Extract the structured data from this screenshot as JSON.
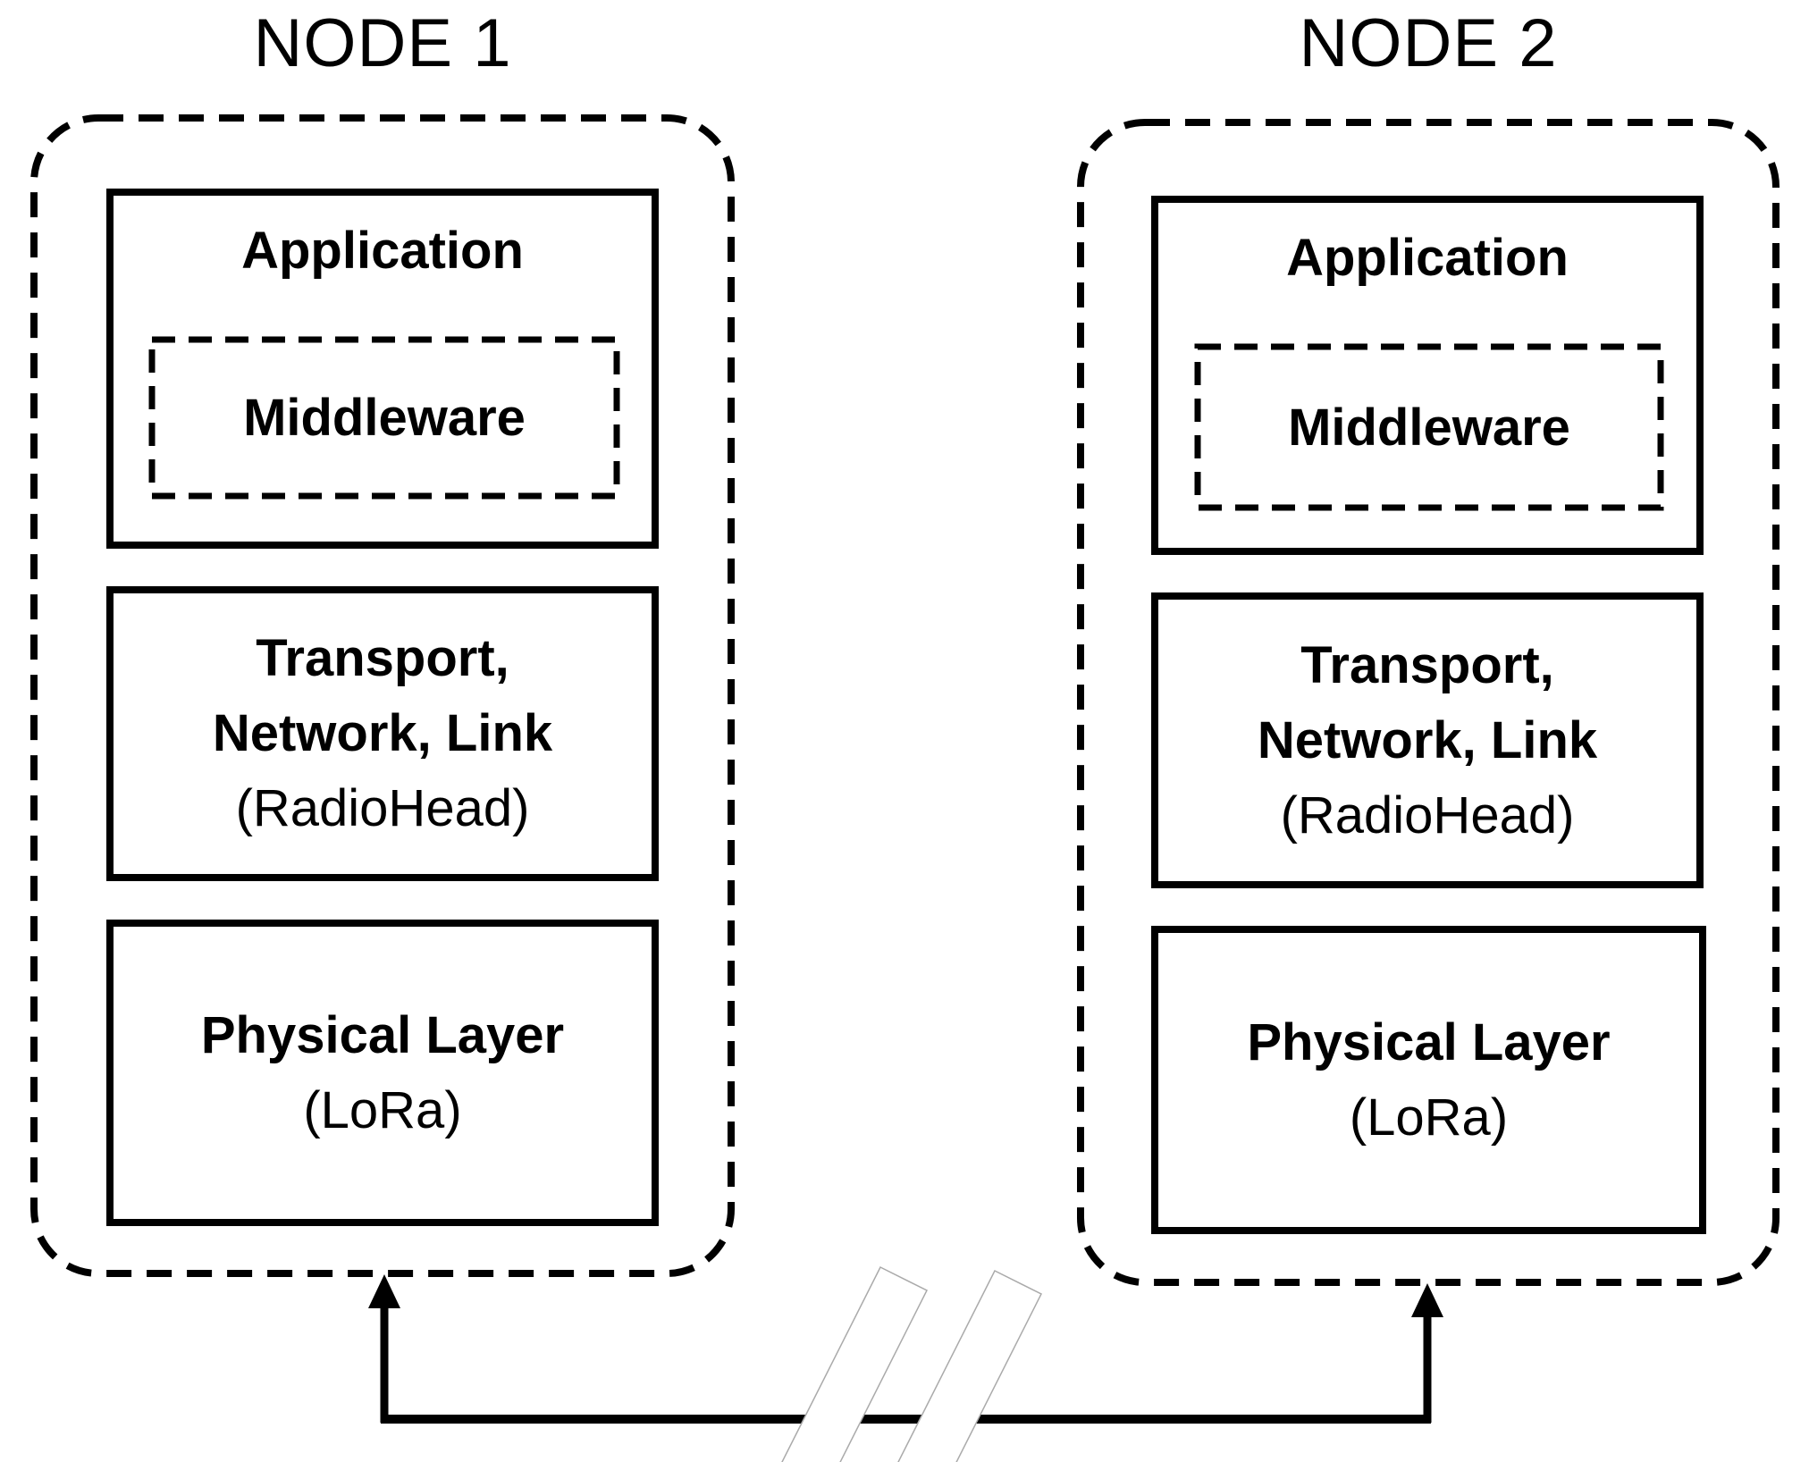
{
  "diagram": {
    "type": "protocol-stack-comparison",
    "description_visible_text_only": true
  },
  "nodes": [
    {
      "title": "NODE 1",
      "application": "Application",
      "middleware": "Middleware",
      "transport": {
        "line1": "Transport,",
        "line2": "Network, Link",
        "line3": "(RadioHead)"
      },
      "physical": {
        "line1": "Physical Layer",
        "line2": "(LoRa)"
      }
    },
    {
      "title": "NODE 2",
      "application": "Application",
      "middleware": "Middleware",
      "transport": {
        "line1": "Transport,",
        "line2": "Network, Link",
        "line3": "(RadioHead)"
      },
      "physical": {
        "line1": "Physical Layer",
        "line2": "(LoRa)"
      }
    }
  ],
  "connection": {
    "left_arrow_icon": "arrow-up",
    "right_arrow_icon": "arrow-up",
    "break_icon": "wireless-break-slashes"
  },
  "colors": {
    "ink": "#000000",
    "background": "#ffffff",
    "slash_outline": "#aaaaaa"
  }
}
